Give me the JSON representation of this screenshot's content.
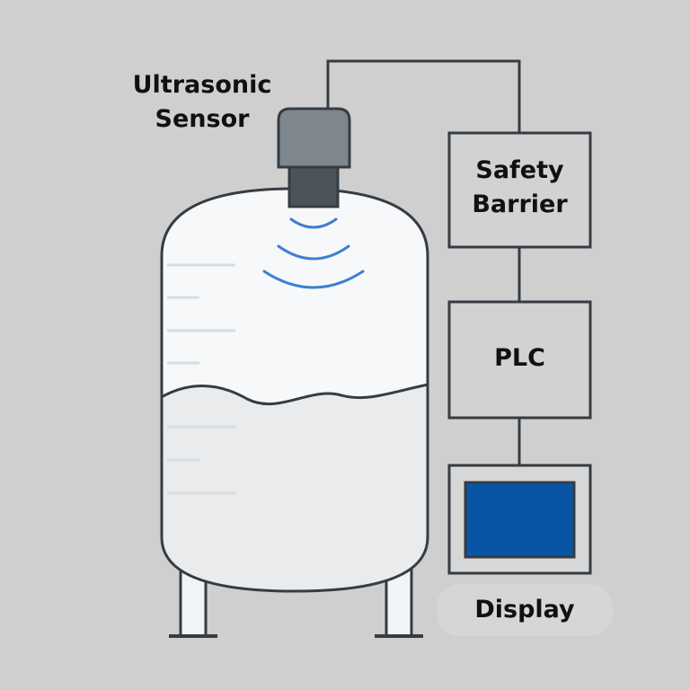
{
  "labels": {
    "sensor": [
      "Ultrasonic",
      "Sensor"
    ],
    "barrier": [
      "Safety",
      "Barrier"
    ],
    "plc": "PLC",
    "display": "Display"
  },
  "colors": {
    "background": "#cfcfcf",
    "outline": "#353c43",
    "tank_body": "#f7f8f9",
    "liquid": "#eaebec",
    "sensor_cap": "#7f878e",
    "sensor_neck": "#4d535a",
    "waves": "#3d7fd3",
    "display_screen": "#0a54a6",
    "box_fill": "#d2d2d2"
  }
}
